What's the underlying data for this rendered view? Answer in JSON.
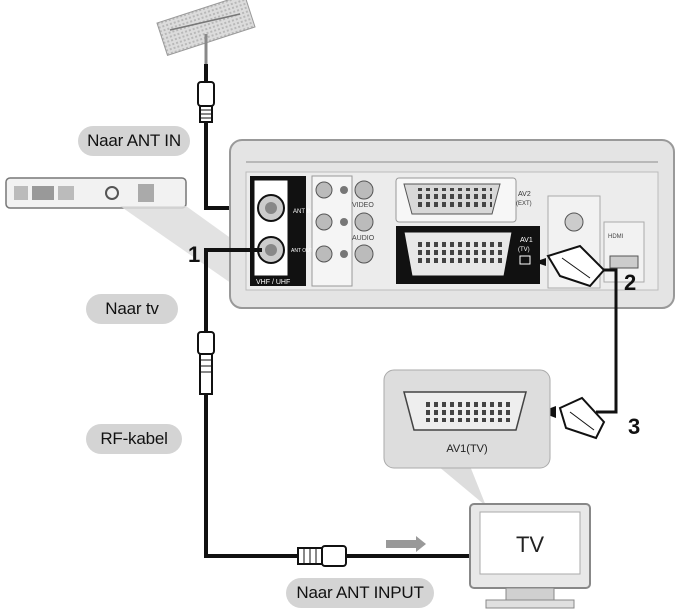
{
  "labels": {
    "ant_in": "Naar ANT IN",
    "to_tv": "Naar tv",
    "rf_cable": "RF-kabel",
    "ant_input": "Naar ANT INPUT"
  },
  "steps": [
    "1",
    "2",
    "3"
  ],
  "panel": {
    "vhf_uhf": "VHF / UHF",
    "ant_in": "ANT IN",
    "ant_out": "ANT OUT (TO TV)",
    "video": "VIDEO",
    "audio": "AUDIO",
    "av2": "AV2",
    "av2_ext": "(EXT)",
    "av1": "AV1",
    "av1_tv": "(TV)",
    "hdmi": "HDMI"
  },
  "tv": {
    "label": "TV",
    "scart_label": "AV1(TV)"
  },
  "colors": {
    "cable": "#111111",
    "panel_bg": "#e4e4e4",
    "pill_bg": "#d4d4d4"
  }
}
